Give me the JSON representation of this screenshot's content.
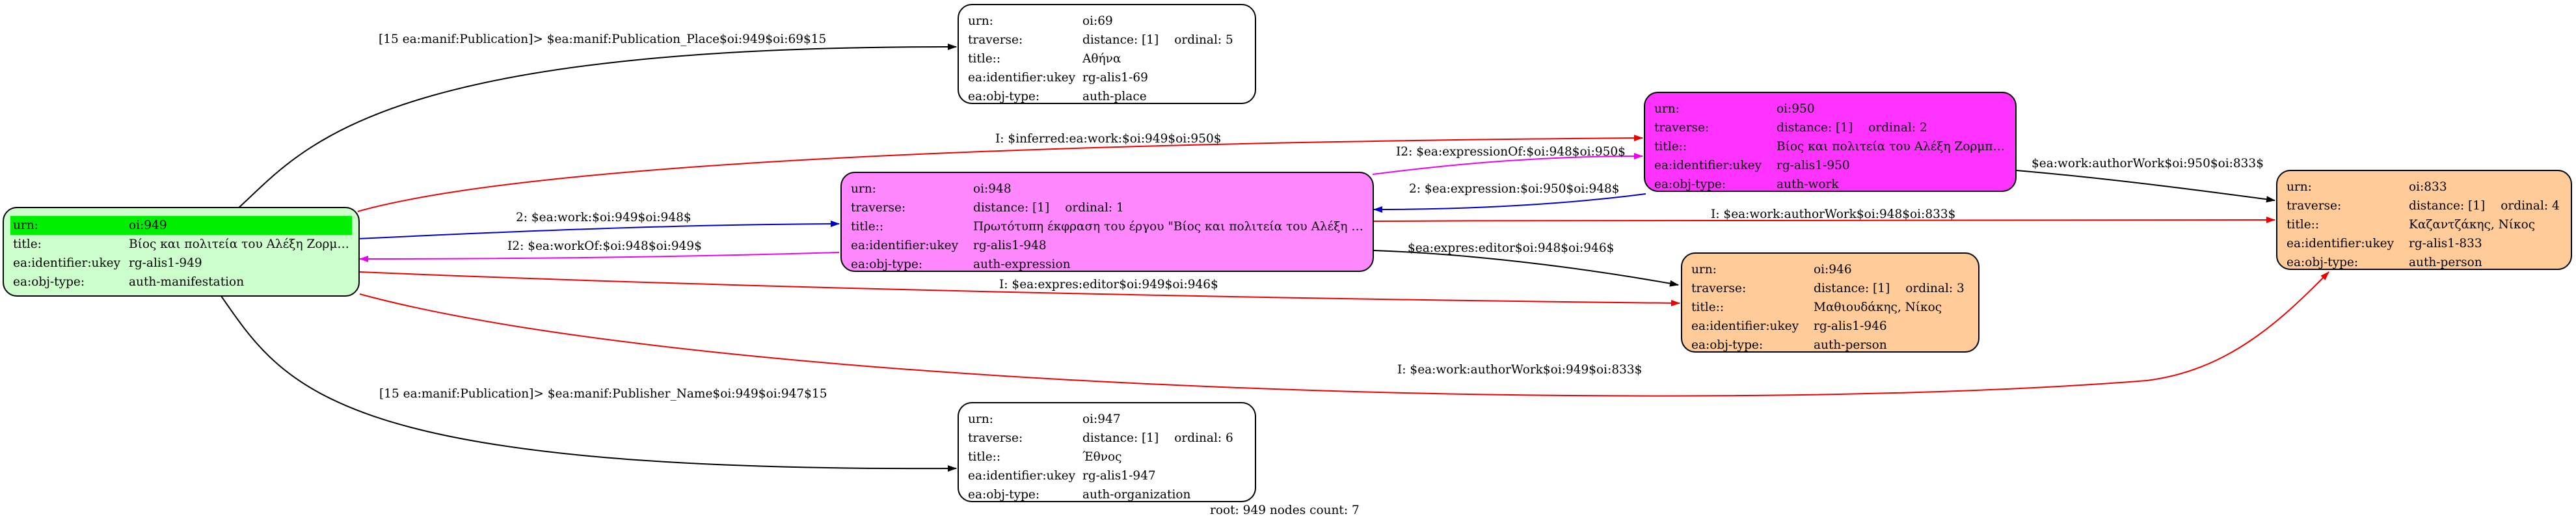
{
  "colors": {
    "root_fill": "#ccffcc",
    "root_highlight": "#00ee00",
    "expression_fill": "#ff88ff",
    "work_fill": "#ff33ff",
    "person_fill": "#ffcc99",
    "place_fill": "#ffffff",
    "edge_black": "#000000",
    "edge_red": "#ee0000",
    "edge_blue": "#0000cc",
    "edge_magenta": "#ee00ee"
  },
  "nodes": {
    "n949": {
      "urn_key": "urn:",
      "urn": "oi:949",
      "title_key": "title:",
      "title": "Βίος και πολιτεία του Αλέξη Ζορμπά",
      "ukey_key": "ea:identifier:ukey",
      "ukey": "rg-alis1-949",
      "type_key": "ea:obj-type:",
      "type": "auth-manifestation"
    },
    "n69": {
      "urn_key": "urn:",
      "urn": "oi:69",
      "traverse_key": "traverse:",
      "distance": "distance: [1]",
      "ordinal": "ordinal: 5",
      "title_key": "title::",
      "title": "Αθήνα",
      "ukey_key": "ea:identifier:ukey",
      "ukey": "rg-alis1-69",
      "type_key": "ea:obj-type:",
      "type": "auth-place"
    },
    "n948": {
      "urn_key": "urn:",
      "urn": "oi:948",
      "traverse_key": "traverse:",
      "distance": "distance: [1]",
      "ordinal": "ordinal: 1",
      "title_key": "title::",
      "title": "Πρωτότυπη έκφραση του έργου \"Βίος και πολιτεία του Αλέξη Ζ...",
      "ukey_key": "ea:identifier:ukey",
      "ukey": "rg-alis1-948",
      "type_key": "ea:obj-type:",
      "type": "auth-expression"
    },
    "n950": {
      "urn_key": "urn:",
      "urn": "oi:950",
      "traverse_key": "traverse:",
      "distance": "distance: [1]",
      "ordinal": "ordinal: 2",
      "title_key": "title::",
      "title": "Βίος και πολιτεία του Αλέξη Ζορμπάς",
      "ukey_key": "ea:identifier:ukey",
      "ukey": "rg-alis1-950",
      "type_key": "ea:obj-type:",
      "type": "auth-work"
    },
    "n946": {
      "urn_key": "urn:",
      "urn": "oi:946",
      "traverse_key": "traverse:",
      "distance": "distance: [1]",
      "ordinal": "ordinal: 3",
      "title_key": "title::",
      "title": "Μαθιουδάκης, Νίκος",
      "ukey_key": "ea:identifier:ukey",
      "ukey": "rg-alis1-946",
      "type_key": "ea:obj-type:",
      "type": "auth-person"
    },
    "n833": {
      "urn_key": "urn:",
      "urn": "oi:833",
      "traverse_key": "traverse:",
      "distance": "distance: [1]",
      "ordinal": "ordinal: 4",
      "title_key": "title::",
      "title": "Καζαντζάκης, Νίκος",
      "ukey_key": "ea:identifier:ukey",
      "ukey": "rg-alis1-833",
      "type_key": "ea:obj-type:",
      "type": "auth-person"
    },
    "n947": {
      "urn_key": "urn:",
      "urn": "oi:947",
      "traverse_key": "traverse:",
      "distance": "distance: [1]",
      "ordinal": "ordinal: 6",
      "title_key": "title::",
      "title": "Έθνος",
      "ukey_key": "ea:identifier:ukey",
      "ukey": "rg-alis1-947",
      "type_key": "ea:obj-type:",
      "type": "auth-organization"
    }
  },
  "edges": {
    "e949_69": "[15 ea:manif:Publication]> $ea:manif:Publication_Place$oi:949$oi:69$15",
    "e949_950": "I: $inferred:ea:work:$oi:949$oi:950$",
    "e948_950": "I2: $ea:expressionOf:$oi:948$oi:950$",
    "e950_948": "2: $ea:expression:$oi:950$oi:948$",
    "e950_833": "$ea:work:authorWork$oi:950$oi:833$",
    "e949_948": "2: $ea:work:$oi:949$oi:948$",
    "e948_949": "I2: $ea:workOf:$oi:948$oi:949$",
    "e948_833": "I: $ea:work:authorWork$oi:948$oi:833$",
    "e948_946": "$ea:expres:editor$oi:948$oi:946$",
    "e949_946": "I: $ea:expres:editor$oi:949$oi:946$",
    "e949_833": "I: $ea:work:authorWork$oi:949$oi:833$",
    "e949_947": "[15 ea:manif:Publication]> $ea:manif:Publisher_Name$oi:949$oi:947$15"
  },
  "footer": "root: 949 nodes count: 7"
}
